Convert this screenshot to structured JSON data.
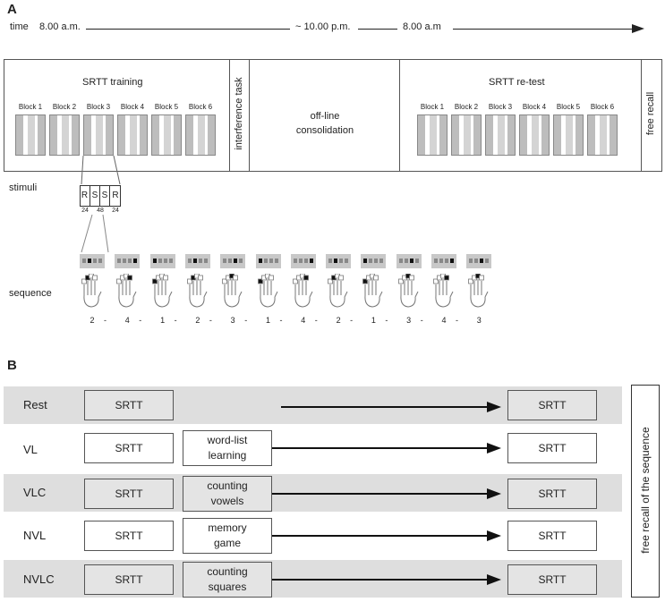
{
  "panel_a": {
    "label": "A",
    "timeline": {
      "label": "time",
      "start": "8.00 a.m.",
      "middle": "~ 10.00 p.m.",
      "end": "8.00 a.m"
    },
    "training": {
      "title": "SRTT training",
      "blocks": [
        "Block 1",
        "Block 2",
        "Block 3",
        "Block 4",
        "Block 5",
        "Block 6"
      ]
    },
    "interference": "interference task",
    "consolidation": {
      "line1": "off-line",
      "line2": "consolidation"
    },
    "retest": {
      "title": "SRTT re-test",
      "blocks": [
        "Block 1",
        "Block 2",
        "Block 3",
        "Block 4",
        "Block 5",
        "Block 6"
      ]
    },
    "free_recall": "free recall",
    "stimuli": {
      "label": "stimuli",
      "cells": [
        "R",
        "S",
        "S",
        "R"
      ],
      "counts": [
        "24",
        "48",
        "24"
      ]
    },
    "sequence": {
      "label": "sequence",
      "numbers": [
        "2",
        "4",
        "1",
        "2",
        "3",
        "1",
        "4",
        "2",
        "1",
        "3",
        "4",
        "3"
      ],
      "separator": "-"
    }
  },
  "panel_b": {
    "label": "B",
    "side_label": "free recall of the sequence",
    "rows": [
      {
        "name": "Rest",
        "srtt": "SRTT",
        "task": null,
        "retest": "SRTT"
      },
      {
        "name": "VL",
        "srtt": "SRTT",
        "task": {
          "line1": "word-list",
          "line2": "learning"
        },
        "retest": "SRTT"
      },
      {
        "name": "VLC",
        "srtt": "SRTT",
        "task": {
          "line1": "counting",
          "line2": "vowels"
        },
        "retest": "SRTT"
      },
      {
        "name": "NVL",
        "srtt": "SRTT",
        "task": {
          "line1": "memory",
          "line2": "game"
        },
        "retest": "SRTT"
      },
      {
        "name": "NVLC",
        "srtt": "SRTT",
        "task": {
          "line1": "counting",
          "line2": "squares"
        },
        "retest": "SRTT"
      }
    ]
  }
}
